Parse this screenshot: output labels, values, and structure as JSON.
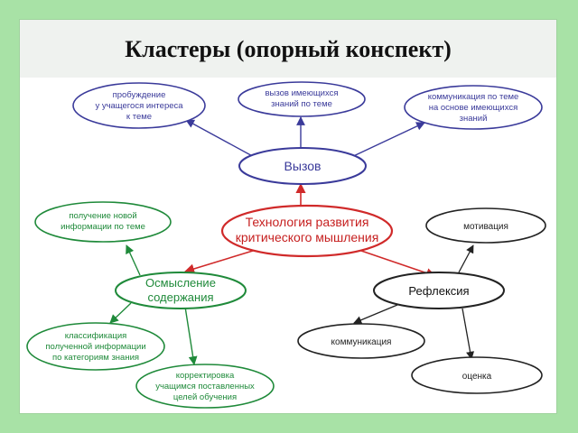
{
  "title": "Кластеры (опорный конспект)",
  "colors": {
    "background": "#a8e2a6",
    "blue": "#3a3a9a",
    "red": "#d02a2a",
    "green": "#1f8a3a",
    "black": "#222222"
  },
  "nodes": {
    "center": [
      "Технология развития",
      "критического мышления"
    ],
    "vyzov": [
      "Вызов"
    ],
    "interest": [
      "пробуждение",
      "у учащегося интереса",
      "к теме"
    ],
    "knowledge_call": [
      "вызов имеющихся",
      "знаний по теме"
    ],
    "communication_top": [
      "коммуникация по теме",
      "на основе имеющихся",
      "знаний"
    ],
    "osmyslenie": [
      "Осмысление",
      "содержания"
    ],
    "new_info": [
      "получение новой",
      "информации по теме"
    ],
    "classification": [
      "классификация",
      "полученной информации",
      "по категориям знания"
    ],
    "correction": [
      "корректировка",
      "учащимся поставленных",
      "целей обучения"
    ],
    "refleksiya": [
      "Рефлексия"
    ],
    "motivation": [
      "мотивация"
    ],
    "communication": [
      "коммуникация"
    ],
    "evaluation": [
      "оценка"
    ]
  }
}
